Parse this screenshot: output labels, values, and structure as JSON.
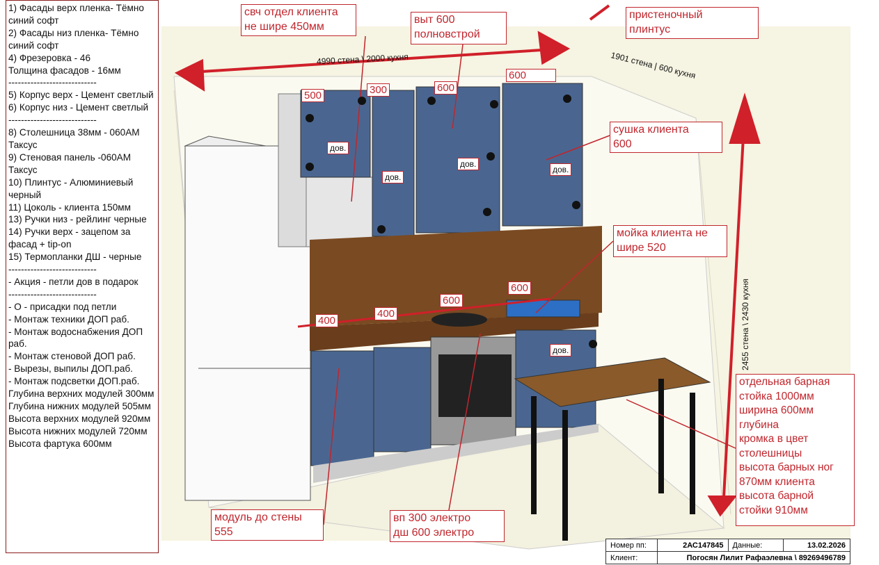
{
  "spec_lines": [
    "1) Фасады верх пленка- Тёмно синий софт",
    "2) Фасады низ пленка- Тёмно синий софт",
    "4) Фрезеровка - 46",
    "Толщина фасадов - 16мм",
    "----------------------------",
    "5) Корпус верх - Цемент светлый",
    "6) Корпус низ - Цемент светлый",
    "----------------------------",
    "8) Столешница 38мм - 060АМ Таксус",
    "9) Стеновая панель -060АМ Таксус",
    "10) Плинтус - Алюминиевый черный",
    "11) Цоколь - клиента 150мм",
    "13) Ручки низ - рейлинг черные",
    "14) Ручки верх - зацепом за фасад + tip-on",
    "15) Термопланки ДШ - черные",
    "----------------------------",
    "- Акция - петли дов в подарок",
    "----------------------------",
    "- О - присадки под петли",
    "- Монтаж техники ДОП раб.",
    "- Монтаж водоснабжения ДОП раб.",
    "- Монтаж стеновой ДОП раб.",
    "- Вырезы, выпилы ДОП.раб.",
    "- Монтаж подсветки ДОП.раб.",
    "Глубина верхних модулей 300мм",
    "Глубина нижних модулей 505мм",
    "Высота верхних модулей 920мм",
    "Высота нижних модулей 720мм",
    "Высота фартука 600мм"
  ],
  "notes": {
    "microwave": "свч отдел клиента\nне шире 450мм",
    "hood": "выт 600\nполновстрой",
    "plinth": "пристеночный\nплинтус",
    "dryer": "сушка клиента\n600",
    "sink": "мойка клиента не\nшире 520",
    "bar": "отдельная барная\nстойка 1000мм\nширина 600мм\nглубина\nкромка в цвет\nстолешницы\nвысота барных ног\n870мм клиента\nвысота барной\nстойки 910мм",
    "module": "модуль до стены\n555",
    "oven": "вп 300 электро\nдш 600 электро"
  },
  "dims": {
    "u500": "500",
    "u300": "300",
    "u600a": "600",
    "u600b": "600",
    "l400a": "400",
    "l400b": "400",
    "l600a": "600",
    "l600b": "600"
  },
  "dov": "дов.",
  "walls": {
    "back": "4990 стена \\ 2000 кухня",
    "side": "1901 стена | 600 кухня",
    "height": "2455 стена \\ 2430 кухня"
  },
  "info": {
    "num_label": "Номер пп:",
    "num": "2АС147845",
    "date_label": "Данные:",
    "date": "13.02.2026",
    "client_label": "Клиент:",
    "client": "Погосян Лилит Рафаэлевна \\ 89269496789"
  },
  "colors": {
    "accent": "#c0262d",
    "facade": "#4a6690",
    "wood": "#7a4a22"
  }
}
